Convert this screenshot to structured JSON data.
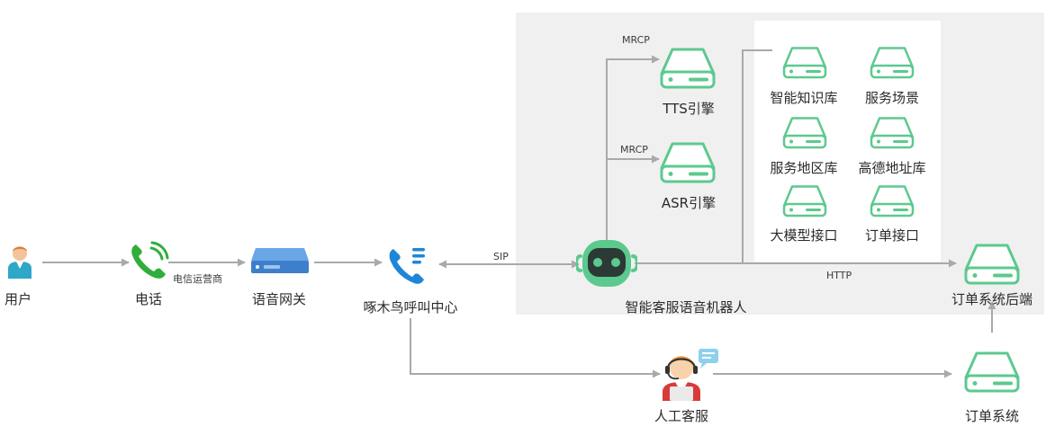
{
  "nodes": {
    "user": "用户",
    "phone": "电话",
    "gateway": "语音网关",
    "call_center": "啄木鸟呼叫中心",
    "robot": "智能客服语音机器人",
    "tts": "TTS引擎",
    "asr": "ASR引擎",
    "knowledge_base": "智能知识库",
    "service_scene": "服务场景",
    "service_region": "服务地区库",
    "amap_address": "高德地址库",
    "llm_api": "大模型接口",
    "order_api": "订单接口",
    "order_backend": "订单系统后端",
    "human_agent": "人工客服",
    "order_system": "订单系统"
  },
  "edges": {
    "carrier": "电信运营商",
    "sip": "SIP",
    "mrcp_tts": "MRCP",
    "mrcp_asr": "MRCP",
    "http": "HTTP"
  },
  "colors": {
    "server_green": "#5cc98e",
    "line_gray": "#a9a9a9",
    "phone_green": "#2fae3c",
    "call_blue": "#1e86d6",
    "gateway_blue": "#4a90d9",
    "panel_gray": "#f0f0f0"
  },
  "icons": {
    "user": "person-icon",
    "phone": "phone-icon",
    "gateway": "gateway-device-icon",
    "call_center": "call-center-icon",
    "robot": "robot-icon",
    "server": "server-icon",
    "human_agent": "headset-agent-icon"
  }
}
